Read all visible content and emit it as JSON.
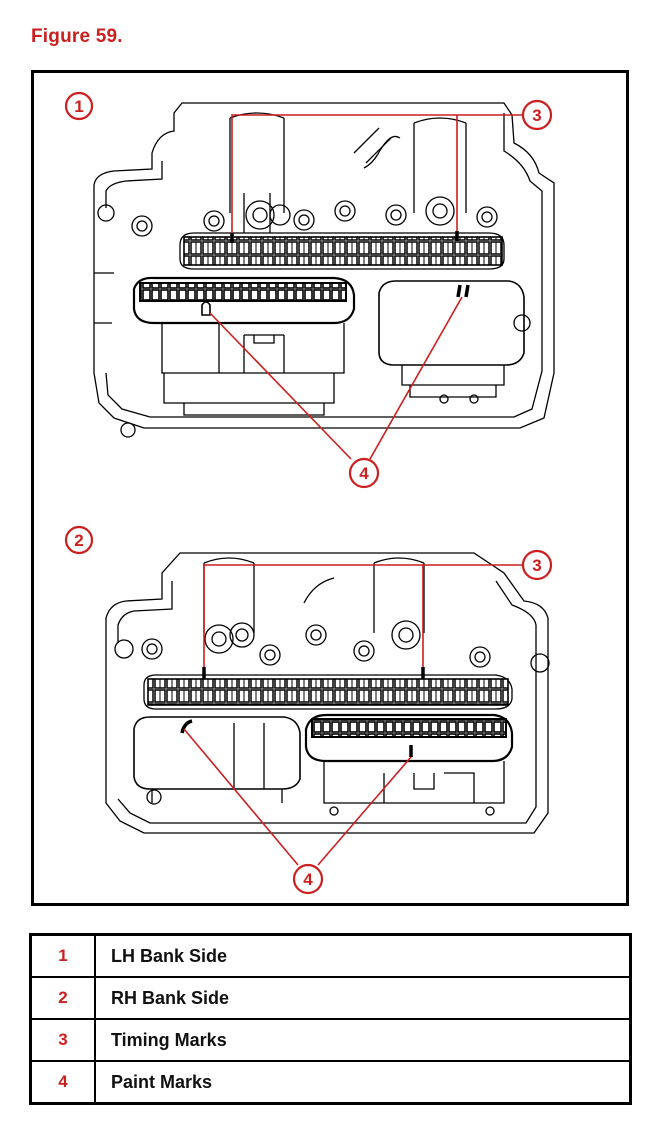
{
  "figure": {
    "title": "Figure 59.",
    "accent_color": "#cc1f1f",
    "panels": [
      {
        "number": "1",
        "callout_timing": "3",
        "callout_paint": "4"
      },
      {
        "number": "2",
        "callout_timing": "3",
        "callout_paint": "4"
      }
    ]
  },
  "legend": {
    "rows": [
      {
        "number": "1",
        "label": "LH Bank Side"
      },
      {
        "number": "2",
        "label": "RH Bank Side"
      },
      {
        "number": "3",
        "label": "Timing Marks"
      },
      {
        "number": "4",
        "label": "Paint Marks"
      }
    ]
  }
}
